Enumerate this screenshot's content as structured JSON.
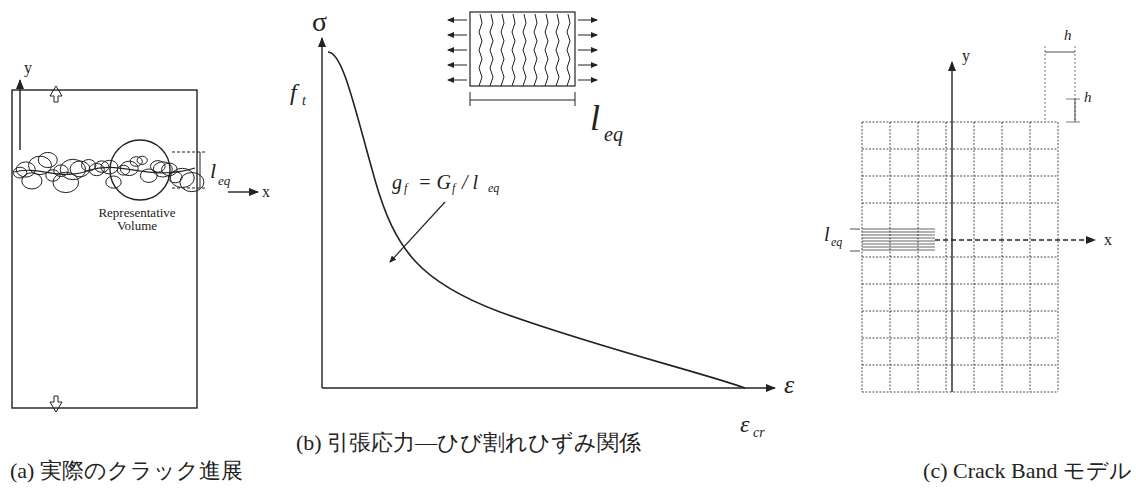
{
  "diagram": {
    "labels": [
      "y",
      "x",
      "l",
      "eq",
      "Representative Volume",
      "(a) 実際のクラック進展",
      "σ",
      "f",
      "t",
      "g",
      "f",
      "= G",
      "f",
      "/ l",
      "eq",
      "l",
      "eq",
      "ε",
      "ε",
      "cr",
      "(b) 引張応力―ひび割れひずみ関係",
      "y",
      "x",
      "h",
      "h",
      "l",
      "eq",
      "(c) Crack Band モデル"
    ]
  }
}
